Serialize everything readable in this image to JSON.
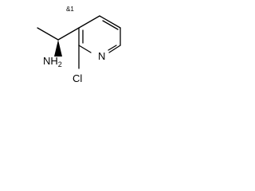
{
  "molecule": {
    "atoms": {
      "nh2": "NH",
      "nh2_subscript": "2",
      "stereo": "&1",
      "nitrogen": "N",
      "chlorine": "Cl"
    },
    "colors": {
      "bond": "#000000",
      "text": "#000000",
      "background": "#ffffff"
    }
  }
}
